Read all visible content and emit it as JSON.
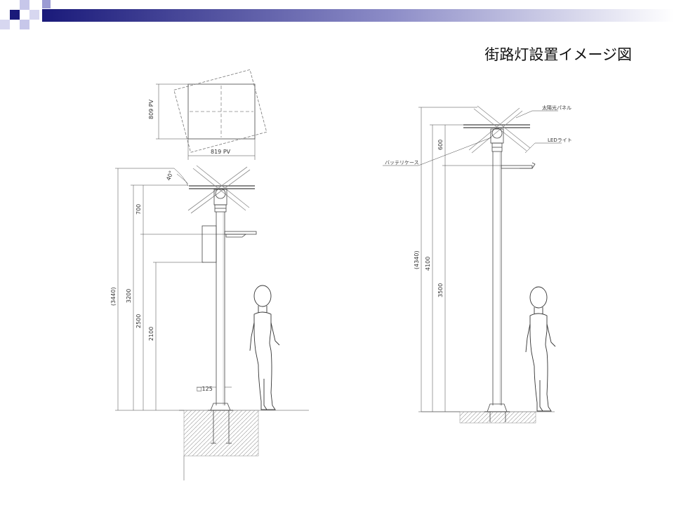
{
  "slide": {
    "title": "街路灯設置イメージ図",
    "accent_colors": [
      "#1a1a7a",
      "#9b9bd3",
      "#ffffff"
    ]
  },
  "left_drawing": {
    "panel_height_label": "809 PV",
    "panel_width_label": "819 PV",
    "tilt_angle_label": "40°",
    "dim_total": "(3440)",
    "dim_3200": "3200",
    "dim_2500": "2500",
    "dim_2100": "2100",
    "dim_700": "700",
    "pole_size": "□125"
  },
  "right_drawing": {
    "dim_total": "(4340)",
    "dim_4100": "4100",
    "dim_3500": "3500",
    "dim_600": "600",
    "solar_panel_label": "太陽光パネル",
    "led_light_label": "LEDライト",
    "battery_case_label": "バッテリケース"
  }
}
